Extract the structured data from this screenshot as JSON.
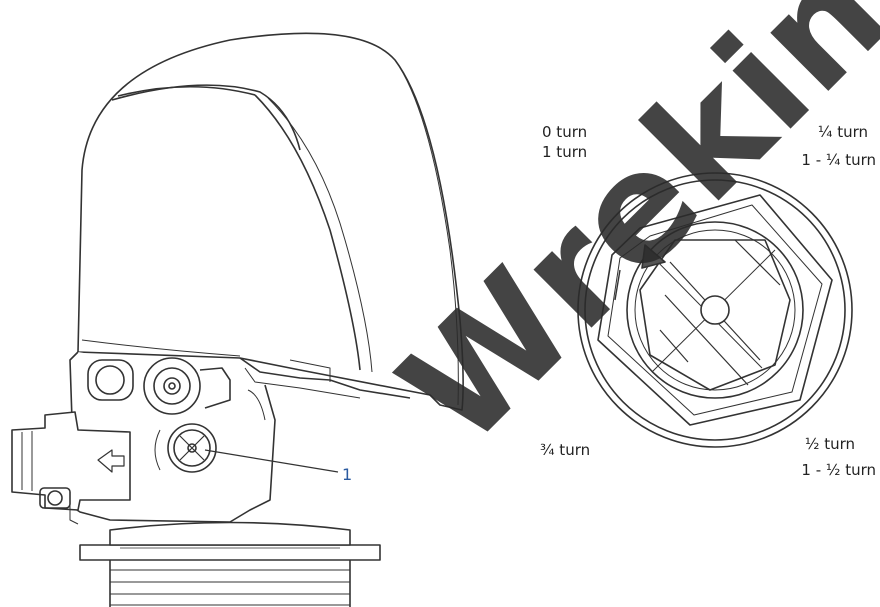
{
  "labels": {
    "zero_turn": "0 turn",
    "one_turn": "1 turn",
    "quarter_turn": "¼ turn",
    "one_minus_quarter": "1 - ¼ turn",
    "half_turn": "½ turn",
    "one_minus_half": "1 - ½ turn",
    "three_quarter_turn": "¾ turn"
  },
  "callout": {
    "number": "1"
  },
  "watermark": {
    "text": "Wrekin"
  },
  "colors": {
    "line": "#333333",
    "callout": "#2a5aa0",
    "watermark": "#2b2b2b"
  }
}
